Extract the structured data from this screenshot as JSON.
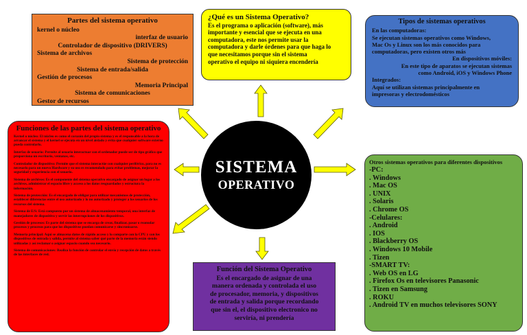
{
  "center": {
    "line1": "SISTEMA",
    "line2": "OPERATIVO"
  },
  "partes": {
    "title": "Partes del sistema operativo",
    "items": [
      {
        "text": "kernel o núcleo",
        "align": "left"
      },
      {
        "text": "interfaz de usuario",
        "align": "right"
      },
      {
        "text": "Controlador de dispositivo (DRIVERS)",
        "align": "center"
      },
      {
        "text": "Sistema de archivos",
        "align": "left"
      },
      {
        "text": "Sistema de protección",
        "align": "right"
      },
      {
        "text": "Sistema de entrada/salida",
        "align": "center"
      },
      {
        "text": "Gestión de procesos",
        "align": "left"
      },
      {
        "text": "Memoria Principal",
        "align": "right"
      },
      {
        "text": "Sistema de comunicaciones",
        "align": "center"
      },
      {
        "text": "Gestor de recursos",
        "align": "left"
      }
    ]
  },
  "que_es": {
    "title": "¿Qué es un Sistema Operativo?",
    "lines": [
      "Es el programa o aplicación (software), más",
      "importante y esencial que se ejecuta en una",
      "computadora, este nos permite usar la",
      "computadora y darle órdenes para que haga lo",
      "que necesitamos porque sin el sistema",
      "operativo el equipo ni siquiera encendería"
    ]
  },
  "tipos": {
    "title": "Tipos de sistemas operativos",
    "items": [
      {
        "text": "En las computadoras:",
        "align": "left"
      },
      {
        "text": "Se ejecutan sistemas operativos como Windows,",
        "align": "left"
      },
      {
        "text": "Mac Os y Linux son los más conocidos para",
        "align": "left"
      },
      {
        "text": "computadoras, pero existen otros más",
        "align": "left"
      },
      {
        "text": "En dispositivos móviles:",
        "align": "right"
      },
      {
        "text": "En este tipo de aparatos se ejecutan sistemas",
        "align": "right"
      },
      {
        "text": "como Android, iOS y Windows Phone",
        "align": "right"
      },
      {
        "text": "Integrados:",
        "align": "left"
      },
      {
        "text": "Aquí se utilizan sistemas principalmente en",
        "align": "left"
      },
      {
        "text": "impresoras y electrodomésticos",
        "align": "left"
      }
    ]
  },
  "funciones": {
    "title": "Funciones de las partes del sistema operativo",
    "paragraphs": [
      "Kernel o núcleo: El núcleo es como el corazón del propio sistema y es el responsable a la hora de arrancar el sistema y el kernel se ejecuta en un nivel aislado y evita que cualquier software externo pueda controlarlo.",
      "Interfaz de usuario: Permite al usuario interactuar con el ordenador puede ser de tipo gráfico que proporciona un escritorio, ventanas, etc.",
      "Controlador de dispositivo: Permite que el sistema interactúe con cualquier periférico, para no es necesario para un nuevo Hardware y su uso es recomendado para evitar problemas, mejorar la seguridad y experiencia con el usuario.",
      "Sistema de archivos: Es el componente del sistema operativo encargado de asignar un lugar a los archivos, administrar el espacio libre y acceso a los datos resguardados y estructura la información.",
      "Sistema de protección: Es el encargado de obligar para utilizar mecanismos de protección, establecer diferencias entre el uso autorizado y lo no autorizado y proteger a los usuarios de los recursos del sistema.",
      "Sistema de E/S: Está compuesto por un sistema de almacenamiento temporal, una interfaz de manejadores de dispositivo y servir las interrupciones de los dispositivos.",
      "Gestión de procesos: Es parte del sistema que se encarga de crear, finalizar, pasar o reanudar procesos y procesos para que los dispositivos puedan comunicarse y sincronizarse.",
      "Memoria principal: Aquí se almacena datos de rápido acceso y lo comparte con la CPU y con los dispositivos de entrada y salida, permite al sistema saber qué parte de la memoria están siendo utilizadas y así reclamar o asignar espacio cuando sea necesario.",
      "Sistema de comunicaciones: Realiza la función de controlar el envío y recepción de datos a través de las interfaces de red."
    ]
  },
  "otros": {
    "lines": [
      "Otros sistemas operativos para diferentes dispositivos",
      "-PC:",
      ". Windows",
      ". Mac OS",
      ". UNIX",
      ". Solaris",
      ". Chrome OS",
      "-Celulares:",
      ". Android",
      ". IOS",
      ". Blackberry OS",
      ". Windows 10 Mobile",
      ". Tizen",
      "-SMART TV:",
      ". Web OS en LG",
      ". Firefox Os en televisores Panasonic",
      ". Tizen en Samsung",
      ". ROKU",
      ". Android TV en muchos televisores SONY"
    ]
  },
  "funcion": {
    "title": "Función del Sistema Operativo",
    "lines": [
      "Es el encargado de asignar de una",
      "manera ordenada y controlada el uso",
      "de procesador, memoria, y dispositivos",
      "de entrada y salida porque recordando",
      "que sin el, el dispositivo electronico no",
      "serviría, ni prendería"
    ]
  },
  "colors": {
    "partes": "#ed7d31",
    "que_es": "#ffff00",
    "tipos": "#4472c4",
    "funciones": "#ff0000",
    "otros": "#70ad47",
    "funcion": "#7030a0",
    "arrows": "#ffff00",
    "center": "#000000"
  }
}
